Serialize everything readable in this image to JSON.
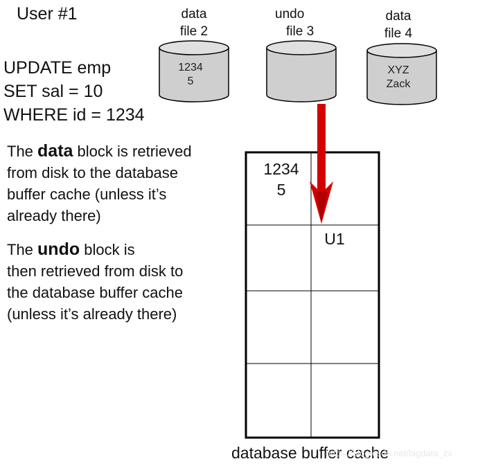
{
  "title": "User #1",
  "sql": [
    "UPDATE emp",
    "SET sal = 10",
    "WHERE id = 1234"
  ],
  "para1": {
    "l1_pre": "The ",
    "l1_bold": "data",
    "l1_post": " block is retrieved",
    "l2": "from disk to the database",
    "l3": "buffer cache (unless it’s",
    "l4": "already there)"
  },
  "para2": {
    "l1_pre": "The ",
    "l1_bold": "undo",
    "l1_post": " block is",
    "l2": "then retrieved from disk to",
    "l3": "the database buffer cache",
    "l4": "(unless it’s already there)"
  },
  "files": [
    {
      "label1": "data",
      "label2": "file 2",
      "content1": "1234",
      "content2": "5"
    },
    {
      "label1": "undo",
      "label2": "file 3",
      "content1": "",
      "content2": ""
    },
    {
      "label1": "data",
      "label2": "file 4",
      "content1": "XYZ",
      "content2": "Zack"
    }
  ],
  "cache": {
    "cell1_line1": "1234",
    "cell1_line2": "5",
    "cell2": "U1",
    "caption": "database buffer cache"
  },
  "watermark": "https://blog.csdn.net/bigdata_zx",
  "colors": {
    "cylinder_fill": "#cfcfcf",
    "arrow": "#d40000",
    "grid": "#000000"
  }
}
